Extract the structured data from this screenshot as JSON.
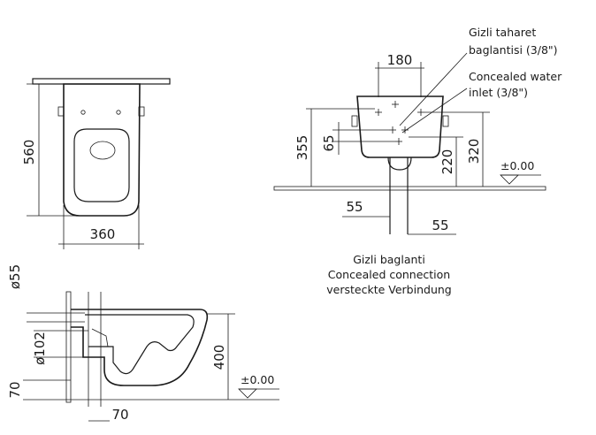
{
  "top_view": {
    "width_dim": "360",
    "depth_dim": "560"
  },
  "front_view": {
    "inlet_spacing_dim": "180",
    "height_355": "355",
    "height_65": "65",
    "height_220": "220",
    "height_320": "320",
    "offset_left_55": "55",
    "offset_right_55": "55",
    "zero_level": "±0.00",
    "water_inlet_tr": [
      "Gizli taharet",
      "baglantisi (3/8\")"
    ],
    "water_inlet_en": [
      "Concealed water",
      "inlet (3/8\")"
    ],
    "connection_labels": [
      "Gizli baglanti",
      "Concealed connection",
      "versteckte Verbindung"
    ]
  },
  "side_view": {
    "pipe_dia_55": "ø55",
    "pipe_dia_102": "ø102",
    "height_400": "400",
    "height_70": "70",
    "wall_offset_70": "70",
    "zero_level": "±0.00"
  }
}
